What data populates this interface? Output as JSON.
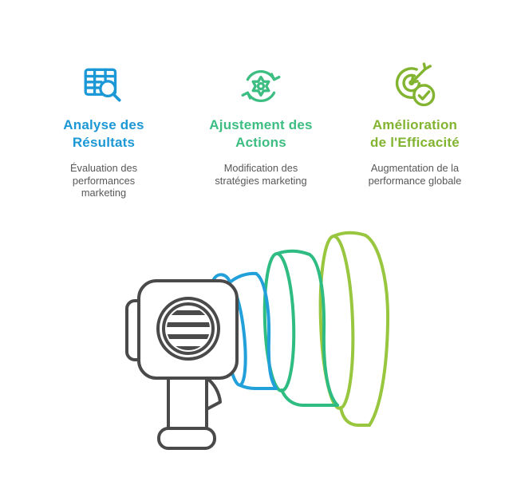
{
  "page": {
    "background": "#ffffff",
    "kind": "marketing process infographic"
  },
  "columns": [
    {
      "id": "analyse-des-resultats",
      "icon": "table-search-icon",
      "color": "#1b98d5",
      "title_lines": [
        "Analyse des",
        "Résultats"
      ],
      "description_lines": [
        "Évaluation des",
        "performances",
        "marketing"
      ]
    },
    {
      "id": "ajustement-des-actions",
      "icon": "sync-gear-icon",
      "color": "#3cbd82",
      "title_lines": [
        "Ajustement des",
        "Actions"
      ],
      "description_lines": [
        "Modification des",
        "stratégies marketing"
      ]
    },
    {
      "id": "amelioration-de-l-efficacite",
      "icon": "target-check-icon",
      "color": "#83b431",
      "title_lines": [
        "Amélioration",
        "de l'Efficacité"
      ],
      "description_lines": [
        "Augmentation de la",
        "performance globale"
      ]
    }
  ],
  "illustration": {
    "name": "megaphone-with-spiral-ribbons",
    "colors": {
      "outline": "#4a4a4a",
      "ribbon_blue": "#22a0da",
      "ribbon_teal": "#2fbc82",
      "ribbon_lime": "#99c63f"
    }
  }
}
